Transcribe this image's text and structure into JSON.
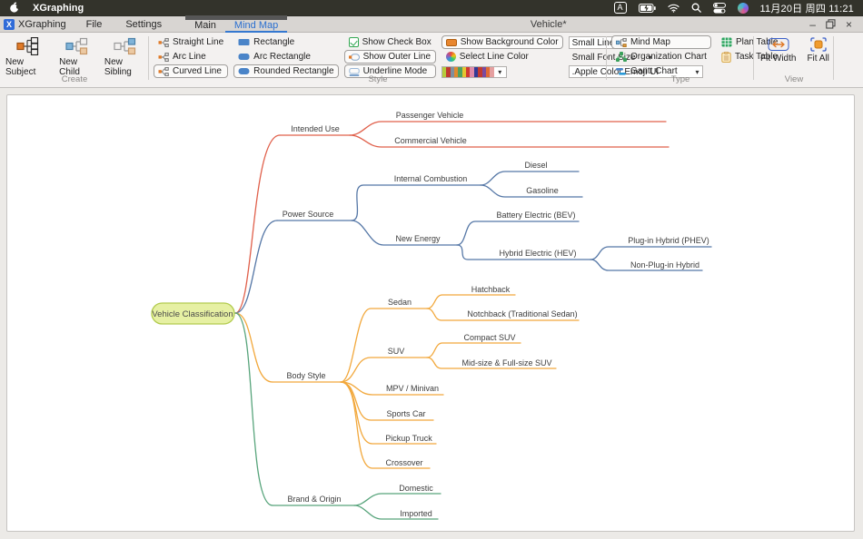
{
  "menubar": {
    "app_name": "XGraphing",
    "input_badge": "A",
    "clock": "11月20日 周四 11:21",
    "icons": [
      "apple-icon",
      "battery-icon",
      "wifi-icon",
      "search-icon",
      "control-center-icon",
      "siri-icon"
    ]
  },
  "titlebar": {
    "app_name": "XGraphing",
    "menu_file": "File",
    "menu_settings": "Settings",
    "tab_main": "Main",
    "tab_mindmap": "Mind Map",
    "active_tab": "Mind Map",
    "document_title": "Vehicle*",
    "accent": "#3578d0",
    "controls": {
      "minimize": "–",
      "close": "×"
    }
  },
  "ribbon": {
    "create": {
      "group_label": "Create",
      "new_subject": "New Subject",
      "new_child": "New Child",
      "new_sibling": "New Sibling"
    },
    "style": {
      "group_label": "Style",
      "straight_line": "Straight Line",
      "arc_line": "Arc Line",
      "curved_line": "Curved Line",
      "rectangle": "Rectangle",
      "arc_rectangle": "Arc Rectangle",
      "rounded_rectangle": "Rounded Rectangle",
      "show_check_box": "Show Check Box",
      "show_outer_line": "Show Outer Line",
      "underline_mode": "Underline Mode",
      "show_background_color": "Show Background Color",
      "select_line_color": "Select Line Color",
      "line_width_value": "Small Line Width",
      "font_size_value": "Small Font Size",
      "font_family_value": ".Apple Color Emoji UI",
      "active_buttons": [
        "Curved Line",
        "Rounded Rectangle",
        "Show Outer Line",
        "Underline Mode",
        "Show Background Color"
      ],
      "palette_colors": [
        "#b5cb3b",
        "#bf3a30",
        "#7e8f9e",
        "#e08a2d",
        "#4fa05e",
        "#e5c42f",
        "#cf3a30",
        "#e08aa8",
        "#323a96",
        "#c23a30",
        "#7a4aa0",
        "#e06a35",
        "#e5a0a0"
      ]
    },
    "type": {
      "group_label": "Type",
      "mind_map": "Mind Map",
      "organization_chart": "Organization Chart",
      "gantt_chart": "Gantt Chart",
      "plan_table": "Plan Table",
      "task_table": "Task Table",
      "active": "Mind Map"
    },
    "view": {
      "group_label": "View",
      "fit_width": "Fit Width",
      "fit_all": "Fit All"
    }
  },
  "mindmap": {
    "root": {
      "label": "Vehicle Classification",
      "fill": "#e6f0a3",
      "stroke": "#b2cb4e"
    },
    "children": [
      {
        "label": "Intended Use",
        "color": "#e0604b",
        "children": [
          {
            "label": "Passenger Vehicle"
          },
          {
            "label": "Commercial Vehicle"
          }
        ]
      },
      {
        "label": "Power Source",
        "color": "#5577a6",
        "children": [
          {
            "label": "Internal Combustion",
            "children": [
              {
                "label": "Diesel"
              },
              {
                "label": "Gasoline"
              }
            ]
          },
          {
            "label": "New Energy",
            "children": [
              {
                "label": "Battery Electric (BEV)"
              },
              {
                "label": "Hybrid Electric (HEV)",
                "children": [
                  {
                    "label": "Plug-in Hybrid (PHEV)"
                  },
                  {
                    "label": "Non-Plug-in Hybrid"
                  }
                ]
              }
            ]
          }
        ]
      },
      {
        "label": "Body Style",
        "color": "#f2a83c",
        "children": [
          {
            "label": "Sedan",
            "children": [
              {
                "label": "Hatchback"
              },
              {
                "label": "Notchback (Traditional Sedan)"
              }
            ]
          },
          {
            "label": "SUV",
            "children": [
              {
                "label": "Compact SUV"
              },
              {
                "label": "Mid-size & Full-size SUV"
              }
            ]
          },
          {
            "label": "MPV / Minivan"
          },
          {
            "label": "Sports Car"
          },
          {
            "label": "Pickup Truck"
          },
          {
            "label": "Crossover"
          }
        ]
      },
      {
        "label": "Brand & Origin",
        "color": "#57a47b",
        "children": [
          {
            "label": "Domestic"
          },
          {
            "label": "Imported"
          }
        ]
      }
    ]
  }
}
